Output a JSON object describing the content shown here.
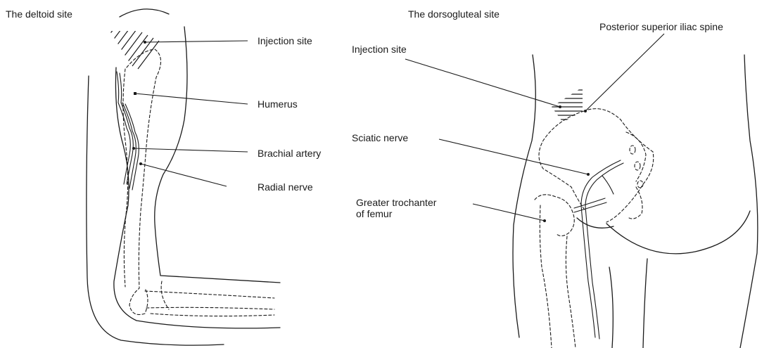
{
  "deltoid": {
    "title": "The deltoid site",
    "labels": {
      "injection_site": "Injection site",
      "humerus": "Humerus",
      "brachial_artery": "Brachial artery",
      "radial_nerve": "Radial nerve"
    }
  },
  "dorsogluteal": {
    "title": "The dorsogluteal site",
    "labels": {
      "posterior_superior_iliac_spine": "Posterior superior iliac spine",
      "injection_site": "Injection site",
      "sciatic_nerve": "Sciatic nerve",
      "greater_trochanter_line1": "Greater trochanter",
      "greater_trochanter_line2": "of femur"
    }
  }
}
